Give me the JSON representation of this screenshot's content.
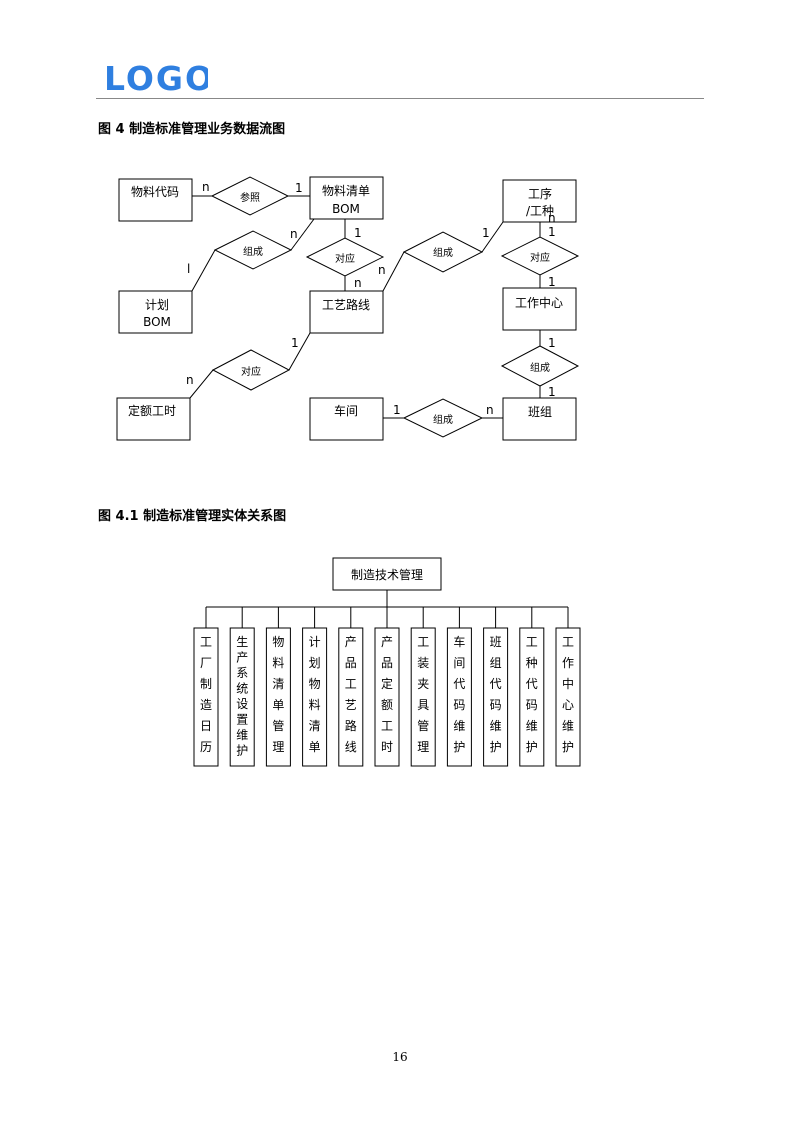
{
  "header": {
    "logo_text": "LOGO",
    "logo_color": "#2f7fe0"
  },
  "figure1": {
    "caption": "图 4 制造标准管理业务数据流图",
    "entities": {
      "material_code": "物料代码",
      "bom_line1": "物料清单",
      "bom_line2": "BOM",
      "process_line1": "工序",
      "process_line2": "/工种",
      "plan_line1": "计划",
      "plan_line2": "BOM",
      "route": "工艺路线",
      "work_center": "工作中心",
      "quota": "定额工时",
      "workshop": "车间",
      "team": "班组"
    },
    "relations": {
      "ref": "参照",
      "compose_1": "组成",
      "correspond_1": "对应",
      "compose_2": "组成",
      "correspond_2": "对应",
      "correspond_3": "对应",
      "compose_3": "组成",
      "compose_4": "组成"
    },
    "cardinalities": {
      "c1": "n",
      "c2": "1",
      "c3": "n",
      "c4": "l",
      "c5": "1",
      "c6": "n",
      "c7": "n",
      "c8": "1",
      "c9": "1",
      "c10": "1",
      "c11": "1",
      "c12": "n",
      "c13": "1",
      "c14": "1",
      "c15": "n",
      "c16": "1",
      "c17": "n"
    }
  },
  "figure2": {
    "caption": "图 4.1 制造标准管理实体关系图",
    "root": "制造技术管理",
    "children": [
      [
        "工",
        "厂",
        "制",
        "造",
        "日",
        "历"
      ],
      [
        "生",
        "产",
        "系",
        "统",
        "设",
        "置",
        "维",
        "护"
      ],
      [
        "物",
        "料",
        "清",
        "单",
        "管",
        "理"
      ],
      [
        "计",
        "划",
        "物",
        "料",
        "清",
        "单"
      ],
      [
        "产",
        "品",
        "工",
        "艺",
        "路",
        "线"
      ],
      [
        "产",
        "品",
        "定",
        "额",
        "工",
        "时"
      ],
      [
        "工",
        "装",
        "夹",
        "具",
        "管",
        "理"
      ],
      [
        "车",
        "间",
        "代",
        "码",
        "维",
        "护"
      ],
      [
        "班",
        "组",
        "代",
        "码",
        "维",
        "护"
      ],
      [
        "工",
        "种",
        "代",
        "码",
        "维",
        "护"
      ],
      [
        "工",
        "作",
        "中",
        "心",
        "维",
        "护"
      ]
    ]
  },
  "page_number": "16"
}
